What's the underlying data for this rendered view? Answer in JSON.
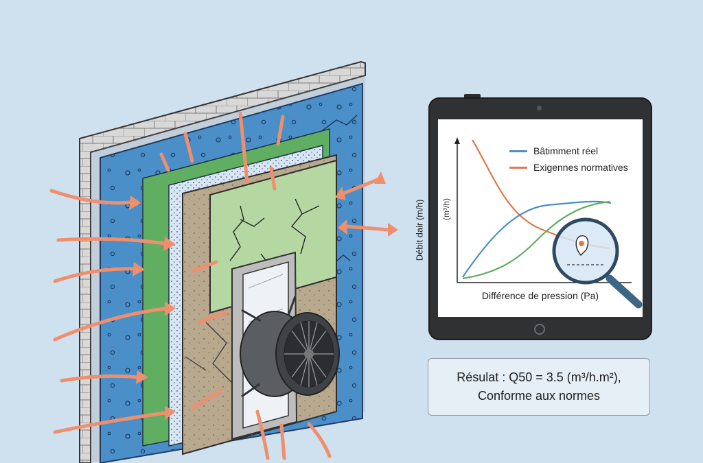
{
  "chart_data": {
    "type": "line",
    "legend": [
      "Bâtimment réel",
      "Exigennes normatives"
    ],
    "legend_position": "top-right",
    "xlabel": "Différence de pression (Pa)",
    "ylabel": "Débit dair (m/h)",
    "y_unit": "(m³/h)",
    "series": [
      {
        "name": "Bâtimment réel",
        "color": "#4a8ec4",
        "shape": "rises steeply then plateaus"
      },
      {
        "name": "Exigennes normatives",
        "color": "#e0784a",
        "shape": "decreasing curve"
      },
      {
        "color": "#5fae62",
        "shape": "S-shaped rising curve"
      }
    ],
    "grid": false
  },
  "result": {
    "line1": "Résulat : Q50 = 3.5 (m³/h.m²),",
    "line2": "Conforme aux normes"
  },
  "colors": {
    "background": "#cfe0ef",
    "insulation": "#4b8fc9",
    "arrows": "#ef8f6e",
    "green_layer": "#b5d8a2",
    "soil_layer": "#b7a88e"
  },
  "icons": [
    "blower-door-fan-icon",
    "magnifier-icon",
    "location-pin-icon",
    "airflow-arrow-icon",
    "tablet-icon"
  ]
}
